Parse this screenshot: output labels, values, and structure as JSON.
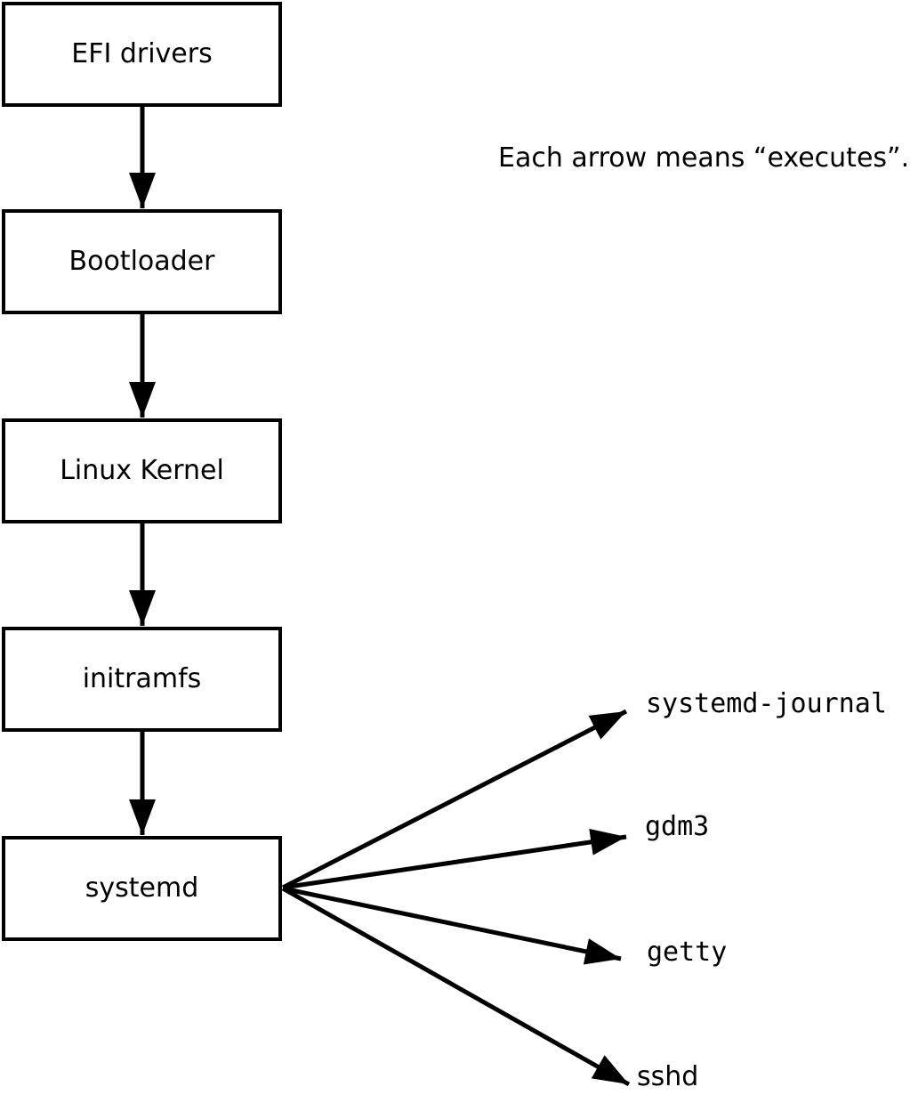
{
  "diagram": {
    "note": "Each arrow means “executes”.",
    "arrow_meaning": "executes",
    "colors": {
      "background": "#ffffff",
      "stroke": "#000000",
      "text": "#000000",
      "node_fill": "#ffffff"
    },
    "chain_nodes": [
      {
        "label": "EFI drivers"
      },
      {
        "label": "Bootloader"
      },
      {
        "label": "Linux Kernel"
      },
      {
        "label": "initramfs"
      },
      {
        "label": "systemd"
      }
    ],
    "spawned_processes": [
      {
        "label": "systemd-journal"
      },
      {
        "label": "gdm3"
      },
      {
        "label": "getty"
      },
      {
        "label": "sshd"
      }
    ],
    "edges": [
      {
        "from": "EFI drivers",
        "to": "Bootloader"
      },
      {
        "from": "Bootloader",
        "to": "Linux Kernel"
      },
      {
        "from": "Linux Kernel",
        "to": "initramfs"
      },
      {
        "from": "initramfs",
        "to": "systemd"
      },
      {
        "from": "systemd",
        "to": "systemd-journal"
      },
      {
        "from": "systemd",
        "to": "gdm3"
      },
      {
        "from": "systemd",
        "to": "getty"
      },
      {
        "from": "systemd",
        "to": "sshd"
      }
    ]
  }
}
